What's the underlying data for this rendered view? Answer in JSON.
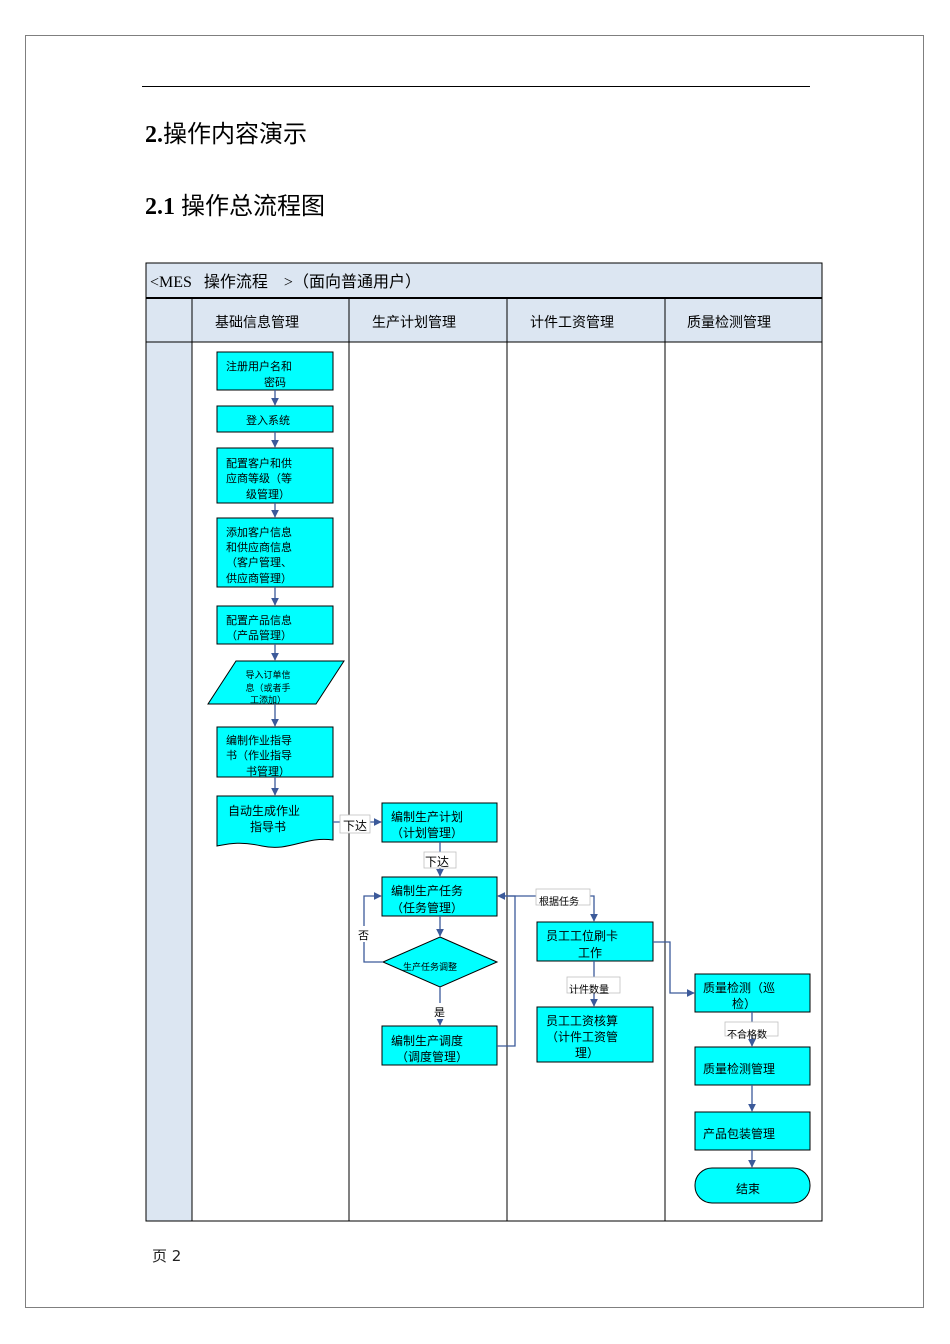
{
  "document": {
    "heading_number": "2.",
    "heading_text": "操作内容演示",
    "subheading_number": "2.1",
    "subheading_text": "操作总流程图",
    "footer": "页 2"
  },
  "diagram": {
    "title": "<MES   操作流程    >（面向普通用户）",
    "lanes": [
      "基础信息管理",
      "生产计划管理",
      "计件工资管理",
      "质量检测管理"
    ],
    "nodes": {
      "register": [
        "注册用户名和",
        "密码"
      ],
      "login": [
        "登入系统"
      ],
      "config_grade": [
        "配置客户和供",
        "应商等级（等",
        "级管理）"
      ],
      "add_info": [
        "添加客户信息",
        "和供应商信息",
        "（客户管理、",
        "供应商管理）"
      ],
      "config_product": [
        "配置产品信息",
        "（产品管理）"
      ],
      "import_order": [
        "导入订单信",
        "息（或者手",
        "工添加）"
      ],
      "write_guide": [
        "编制作业指导",
        "书（作业指导",
        "书管理）"
      ],
      "auto_guide": [
        "自动生成作业",
        "指导书"
      ],
      "plan": [
        "编制生产计划",
        "（计划管理）"
      ],
      "task": [
        "编制生产任务",
        "（任务管理）"
      ],
      "adjust_decision": [
        "生产任务调整"
      ],
      "schedule": [
        "编制生产调度",
        "（调度管理）"
      ],
      "swipe_card": [
        "员工工位刷卡",
        "工作"
      ],
      "wage": [
        "员工工资核算",
        "（计件工资管",
        "理）"
      ],
      "quality_patrol": [
        "质量检测（巡",
        "检）"
      ],
      "quality_mgmt": [
        "质量检测管理"
      ],
      "packaging": [
        "产品包装管理"
      ],
      "end": [
        "结束"
      ]
    },
    "edge_labels": {
      "issue_1": "下达",
      "issue_2": "下达",
      "no": "否",
      "yes": "是",
      "by_task": "根据任务",
      "piece_count": "计件数量",
      "unqualified": "不合格数"
    },
    "colors": {
      "node_fill": "#00ffff",
      "node_stroke": "#000000",
      "arrow": "#3c5a9a",
      "header_fill": "#dce6f2"
    }
  }
}
